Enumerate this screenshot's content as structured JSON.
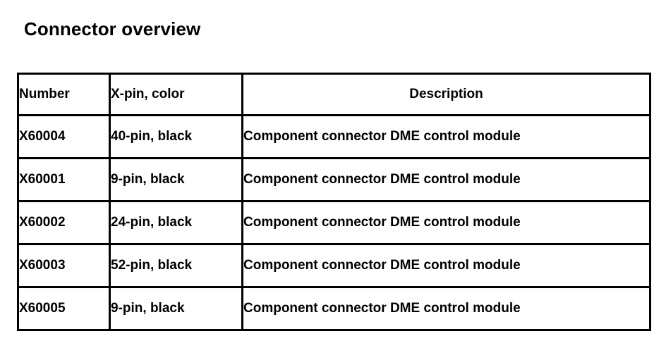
{
  "page": {
    "title": "Connector overview"
  },
  "table": {
    "headers": {
      "number": "Number",
      "xpin": "X-pin, color",
      "description": "Description"
    },
    "rows": [
      {
        "number": "X60004",
        "xpin": "40-pin, black",
        "description": "Component connector DME control module"
      },
      {
        "number": "X60001",
        "xpin": "9-pin, black",
        "description": "Component connector DME control module"
      },
      {
        "number": "X60002",
        "xpin": "24-pin, black",
        "description": "Component connector DME control module"
      },
      {
        "number": "X60003",
        "xpin": "52-pin, black",
        "description": "Component connector DME control module"
      },
      {
        "number": "X60005",
        "xpin": "9-pin, black",
        "description": "Component connector DME control module"
      }
    ]
  },
  "colors": {
    "border": "#000000",
    "text": "#000000",
    "background": "#ffffff"
  }
}
